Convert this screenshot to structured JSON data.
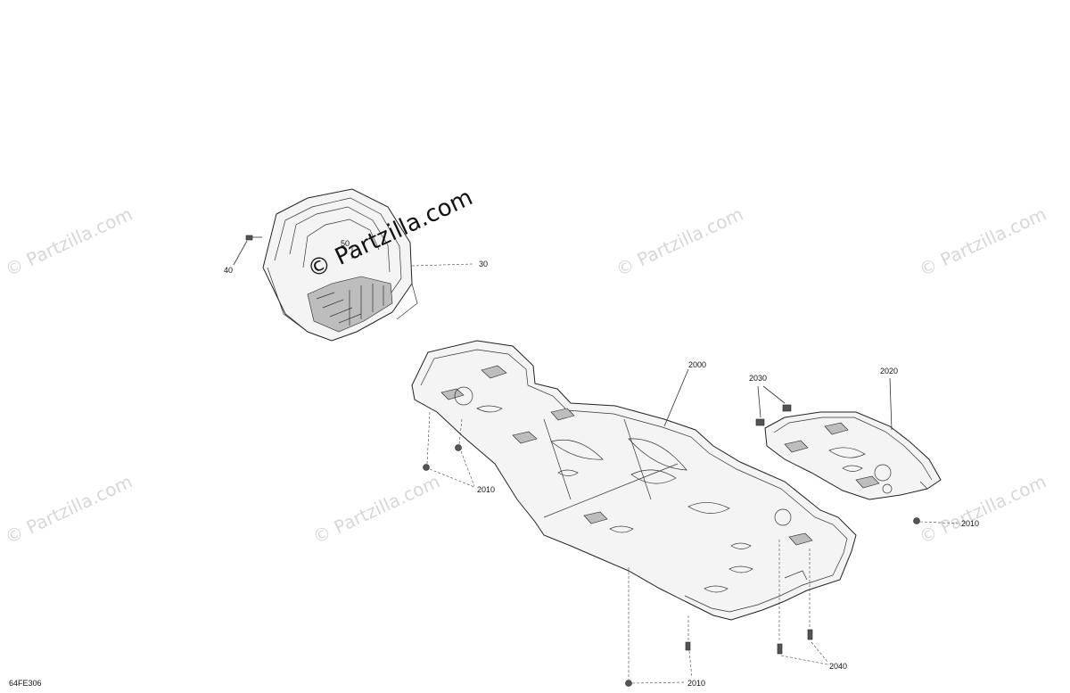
{
  "watermark": {
    "text": "© Partzilla.com",
    "center_text": "© Partzilla.com"
  },
  "drawing_code": "64FE306",
  "callouts": {
    "c40": "40",
    "c50": "50",
    "c30": "30",
    "c2000": "2000",
    "c2030": "2030",
    "c2020": "2020",
    "c2010_left": "2010",
    "c2010_right": "2010",
    "c2010_bottom": "2010",
    "c2040": "2040"
  },
  "icons": {
    "fastener": "bolt-icon",
    "pushpin": "push-rivet-icon"
  }
}
